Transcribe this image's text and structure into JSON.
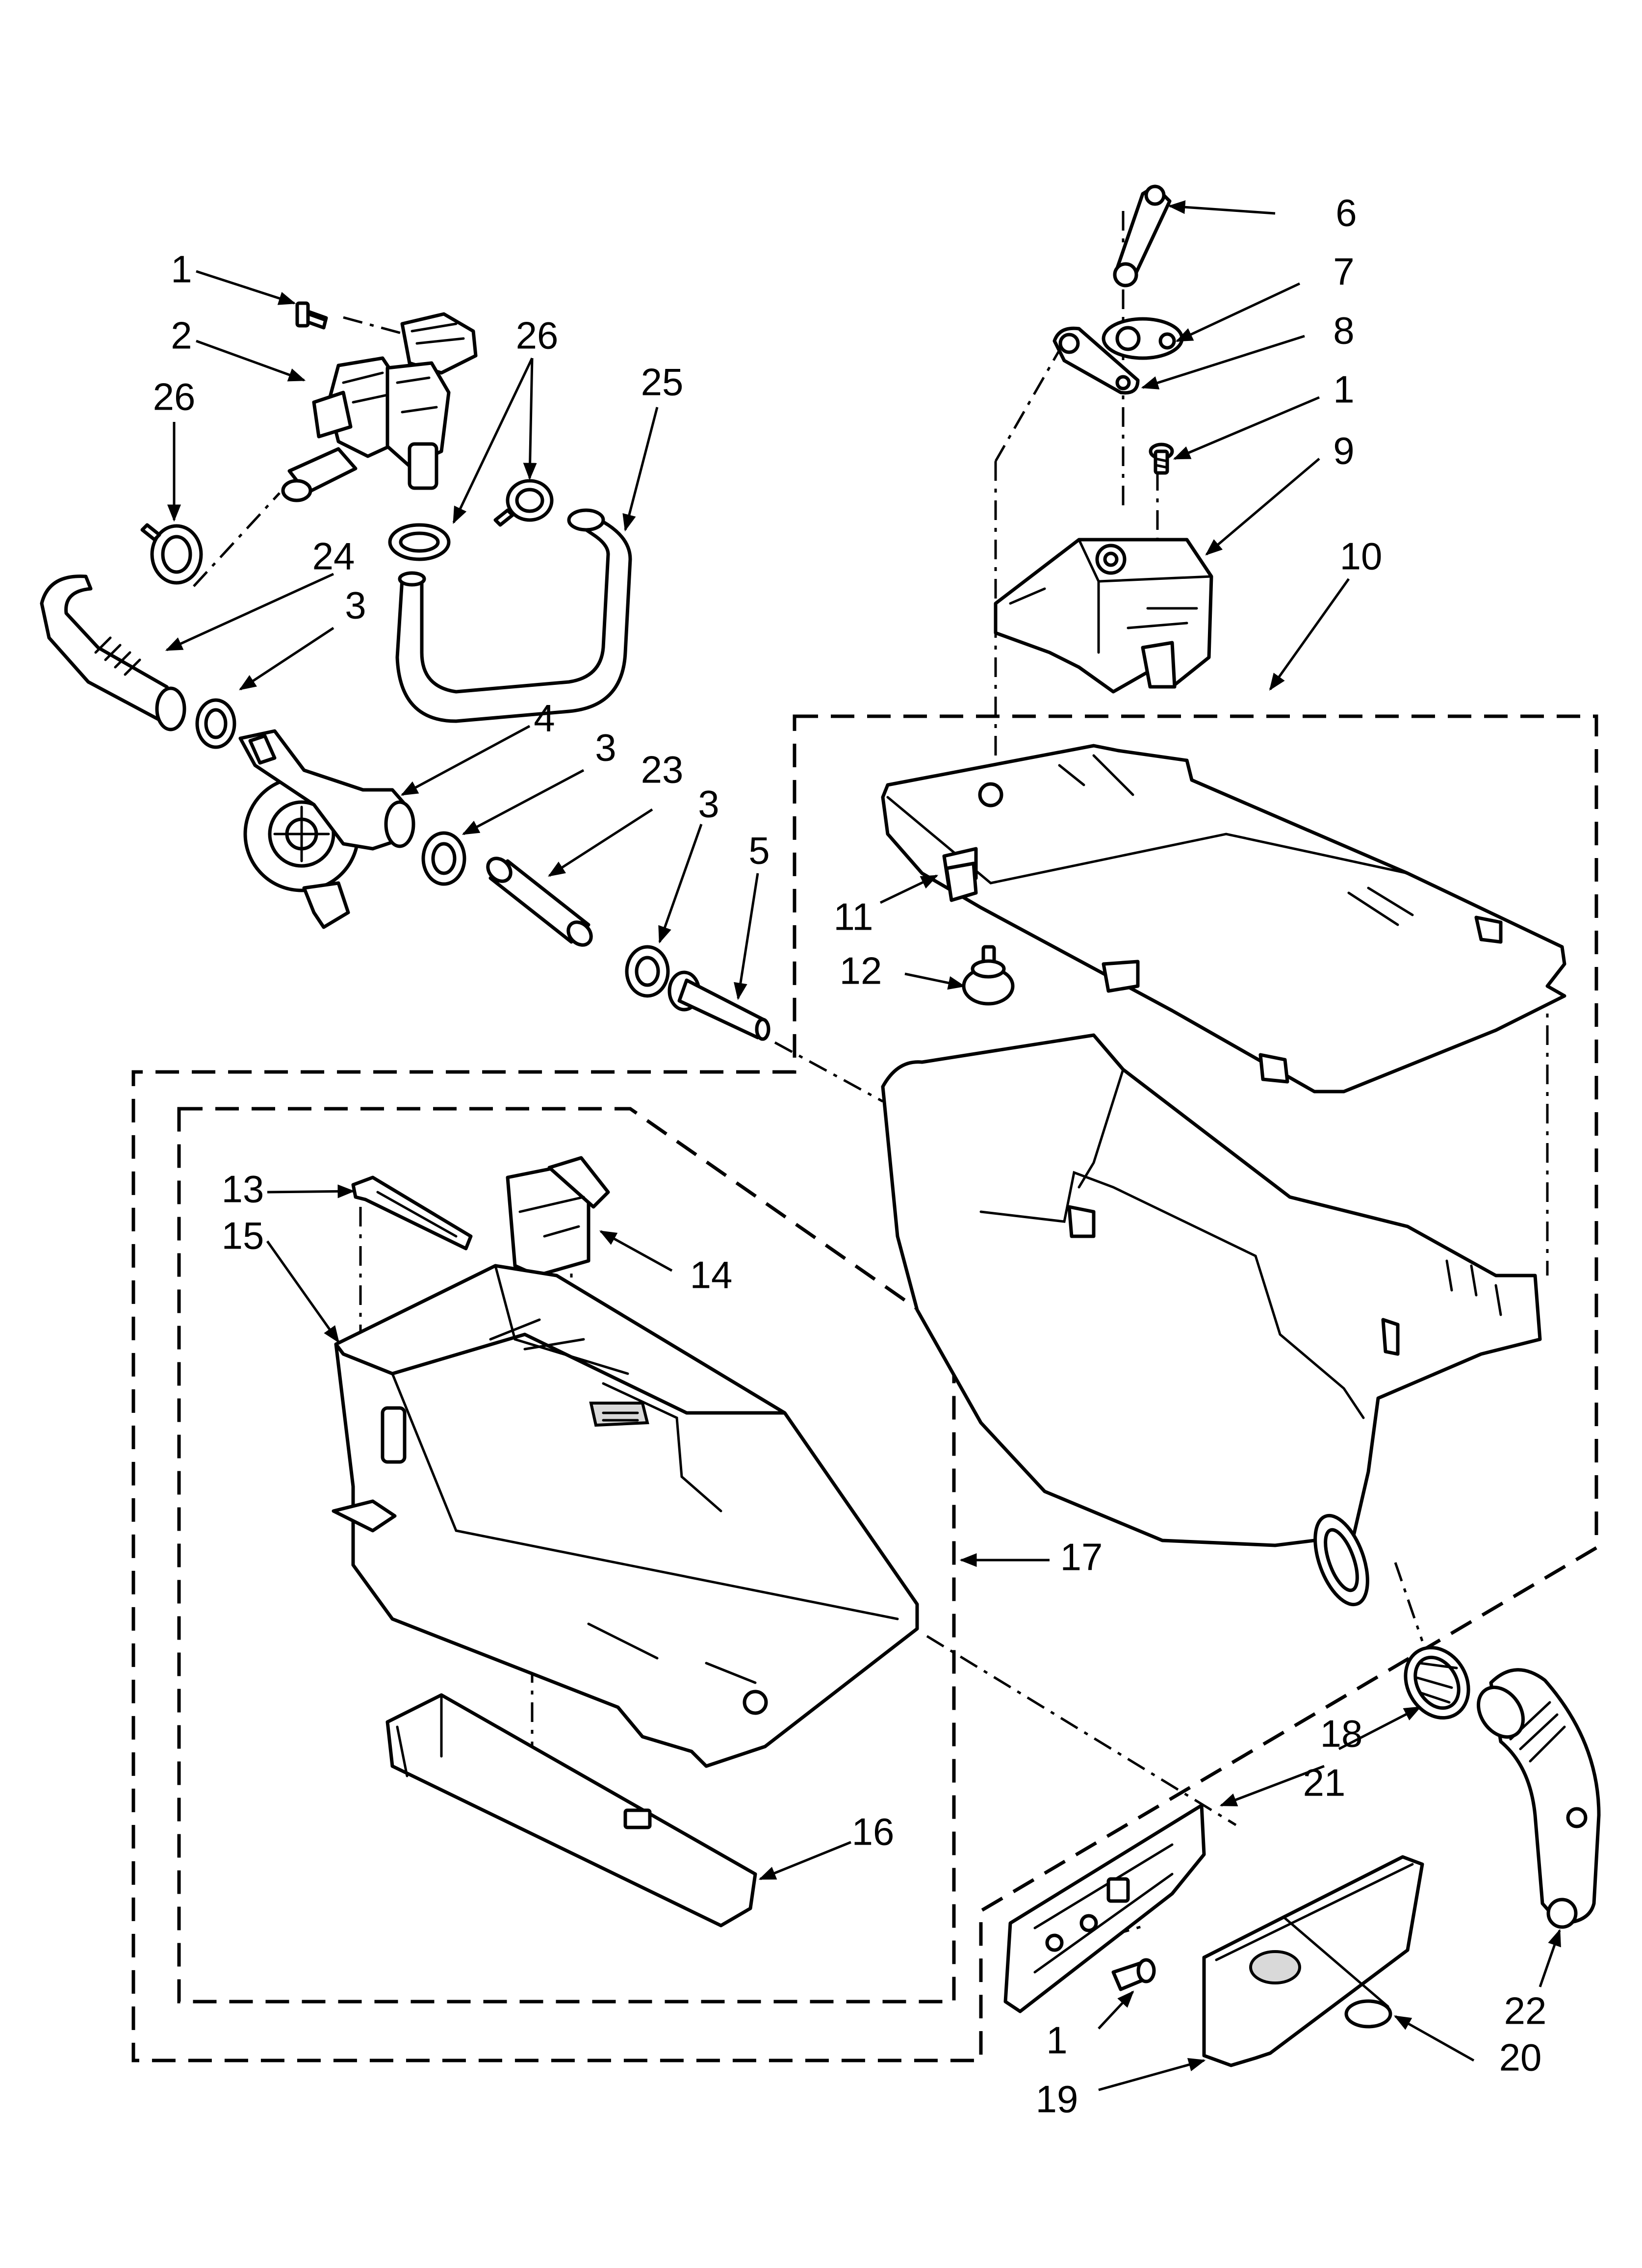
{
  "diagram": {
    "callouts": [
      {
        "id": "c1a",
        "text": "1"
      },
      {
        "id": "c2",
        "text": "2"
      },
      {
        "id": "c26a",
        "text": "26"
      },
      {
        "id": "c26b",
        "text": "26"
      },
      {
        "id": "c25",
        "text": "25"
      },
      {
        "id": "c24",
        "text": "24"
      },
      {
        "id": "c3a",
        "text": "3"
      },
      {
        "id": "c4",
        "text": "4"
      },
      {
        "id": "c3b",
        "text": "3"
      },
      {
        "id": "c23",
        "text": "23"
      },
      {
        "id": "c3c",
        "text": "3"
      },
      {
        "id": "c5",
        "text": "5"
      },
      {
        "id": "c6",
        "text": "6"
      },
      {
        "id": "c7",
        "text": "7"
      },
      {
        "id": "c8",
        "text": "8"
      },
      {
        "id": "c1b",
        "text": "1"
      },
      {
        "id": "c9",
        "text": "9"
      },
      {
        "id": "c10",
        "text": "10"
      },
      {
        "id": "c11",
        "text": "11"
      },
      {
        "id": "c12",
        "text": "12"
      },
      {
        "id": "c13",
        "text": "13"
      },
      {
        "id": "c15",
        "text": "15"
      },
      {
        "id": "c14",
        "text": "14"
      },
      {
        "id": "c17",
        "text": "17"
      },
      {
        "id": "c18",
        "text": "18"
      },
      {
        "id": "c21",
        "text": "21"
      },
      {
        "id": "c16",
        "text": "16"
      },
      {
        "id": "c22",
        "text": "22"
      },
      {
        "id": "c1c",
        "text": "1"
      },
      {
        "id": "c20",
        "text": "20"
      },
      {
        "id": "c19",
        "text": "19"
      }
    ]
  }
}
